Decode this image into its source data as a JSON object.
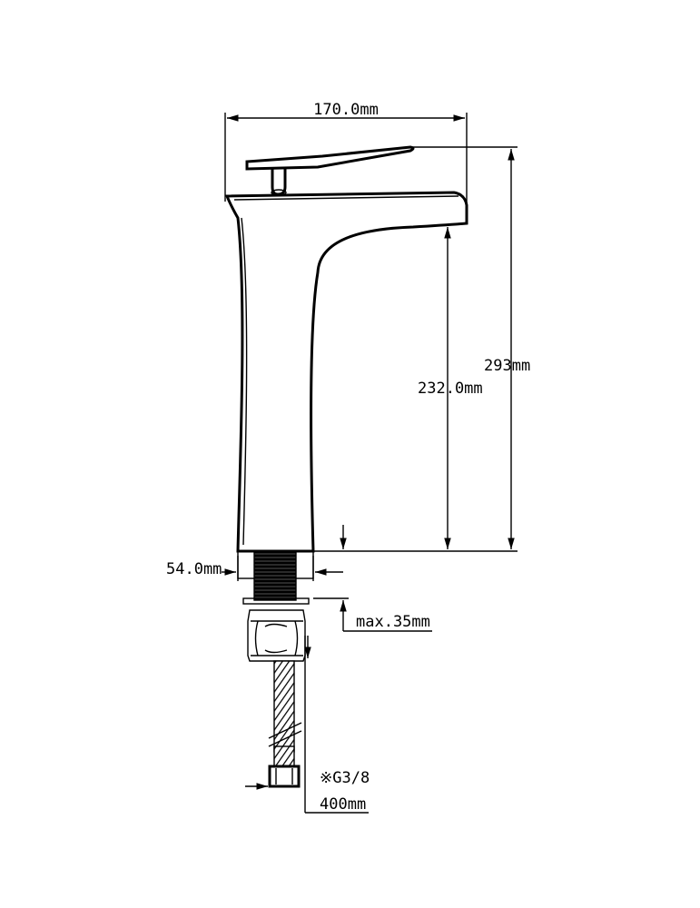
{
  "dimensions": {
    "width": "170.0mm",
    "total_height": "293mm",
    "spout_height": "232.0mm",
    "base_diameter": "54.0mm",
    "max_thickness": "max.35mm",
    "thread": "※G3/8",
    "hose_length": "400mm"
  },
  "colors": {
    "line": "#000000",
    "background": "#ffffff"
  }
}
